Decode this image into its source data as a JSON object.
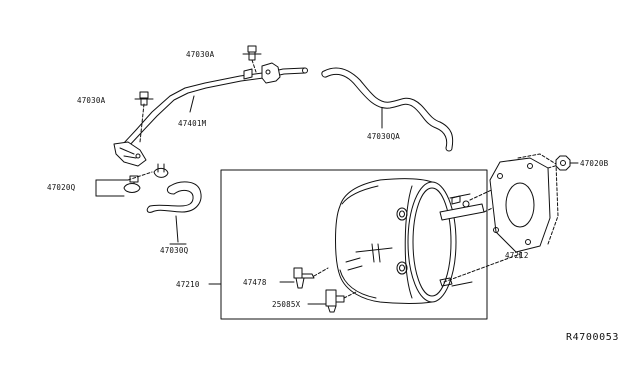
{
  "labels": {
    "bolt_upper": "47030A",
    "bolt_left": "47030A",
    "tube_assembly": "47401M",
    "hose_right": "47030QA",
    "clips": "47020Q",
    "hose_lower": "47030Q",
    "booster": "47210",
    "nut": "47020B",
    "gasket": "47212",
    "valve": "47478",
    "sensor": "25085X"
  },
  "reference_code": "R4700053"
}
